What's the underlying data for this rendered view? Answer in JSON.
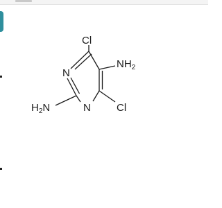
{
  "molecule": {
    "atoms": {
      "cl_top": "Cl",
      "cl_bottom": "Cl",
      "n_top": "N",
      "n_bottom": "N",
      "nh2_right": {
        "symbol": "NH",
        "subscript": "2"
      },
      "h2n_left": {
        "symbol": "H",
        "subscript": "2",
        "tail": "N"
      }
    }
  },
  "colors": {
    "accent": "#2f8f9d",
    "bond": "#1a1a1a"
  }
}
